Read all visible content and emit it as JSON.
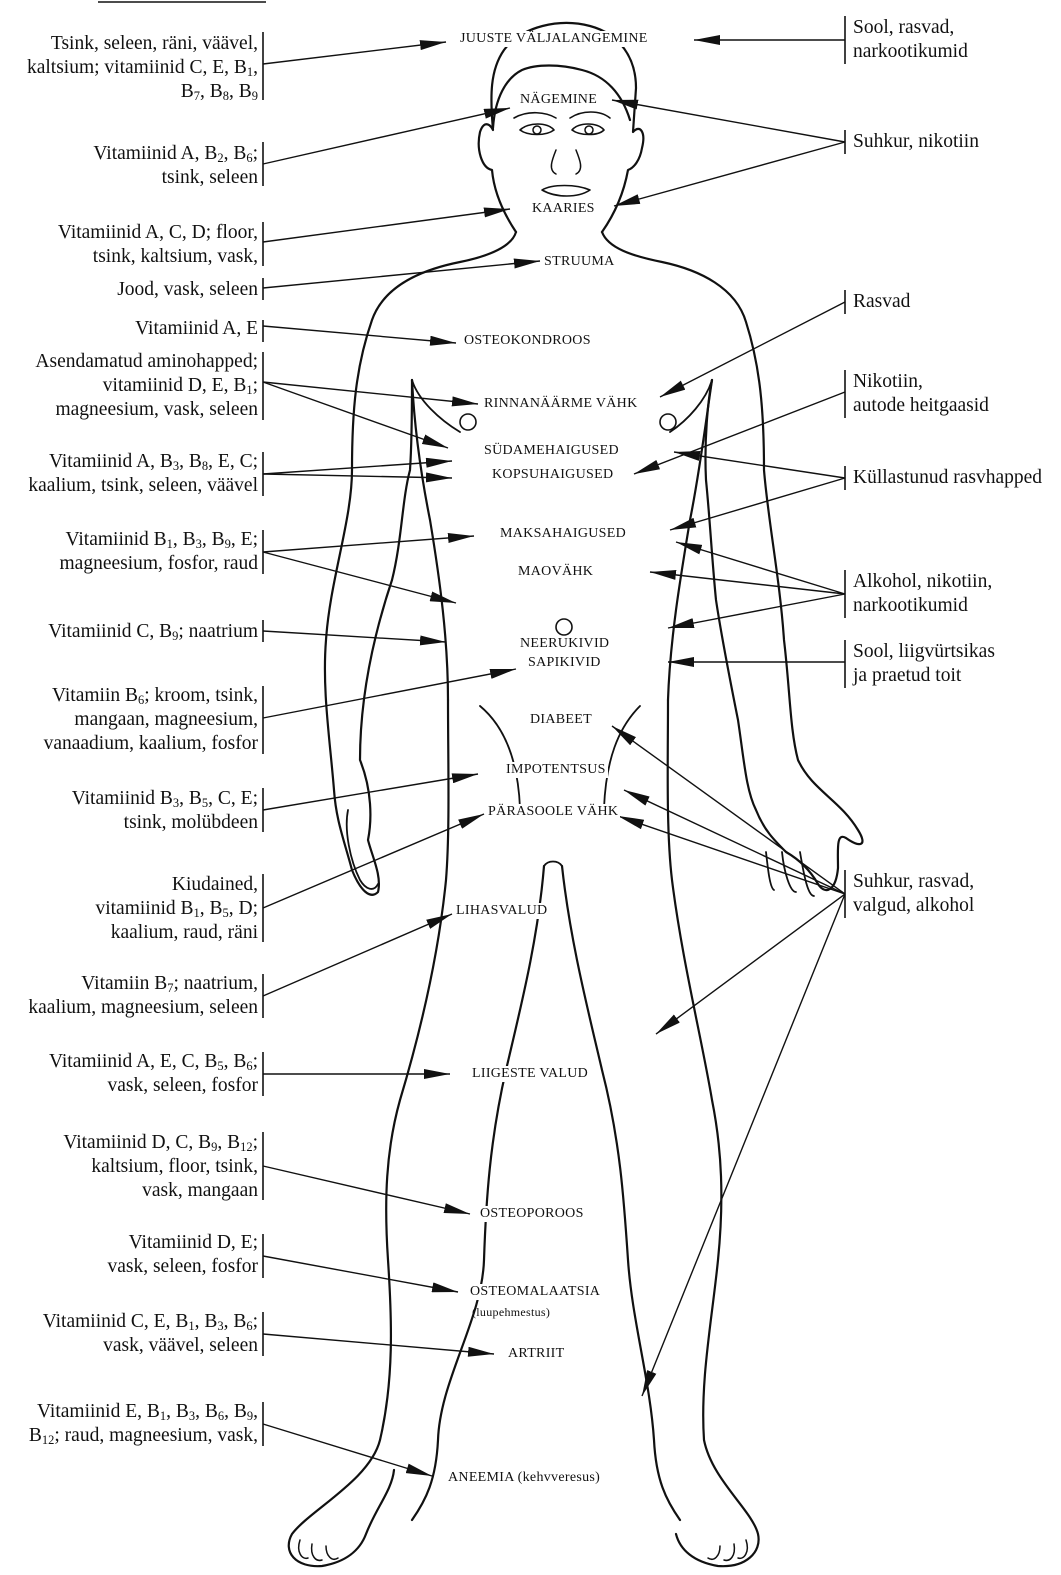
{
  "header_mark": "",
  "center_labels": {
    "hair": "JUUSTE VÄLJALANGEMINE",
    "vision": "NÄGEMINE",
    "caries": "KAARIES",
    "goiter": "STRUUMA",
    "osteochondrosis": "OSTEOKONDROOS",
    "breast_cancer": "RINNANÄÄRME VÄHK",
    "heart": "SÜDAMEHAIGUSED",
    "lung": "KOPSUHAIGUSED",
    "liver": "MAKSAHAIGUSED",
    "stomach_cancer": "MAOVÄHK",
    "kidney_stones": "NEERUKIVID",
    "gallstones": "SAPIKIVID",
    "diabetes": "DIABEET",
    "impotence": "IMPOTENTSUS",
    "rectal_cancer": "PÄRASOOLE VÄHK",
    "muscle_pain": "LIHASVALUD",
    "joint_pain": "LIIGESTE VALUD",
    "osteoporosis": "OSTEOPOROOS",
    "osteomalacia": "OSTEOMALAATSIA",
    "osteomalacia_note": "(luupehmestus)",
    "arthritis": "ARTRIIT",
    "anemia": "ANEEMIA (kehvveresus)"
  },
  "left_labels": [
    {
      "id": "hair",
      "lines": [
        "Tsink, seleen, räni, väävel,",
        "kaltsium; vitamiinid C, E, B<sub>1</sub>,",
        "B<sub>7</sub>, B<sub>8</sub>, B<sub>9</sub>"
      ]
    },
    {
      "id": "vision",
      "lines": [
        "Vitamiinid A, B<sub>2</sub>, B<sub>6</sub>;",
        "tsink, seleen"
      ]
    },
    {
      "id": "caries",
      "lines": [
        "Vitamiinid A, C, D; floor,",
        "tsink, kaltsium, vask,"
      ]
    },
    {
      "id": "goiter",
      "lines": [
        "Jood, vask, seleen"
      ]
    },
    {
      "id": "osteochondrosis",
      "lines": [
        "Vitamiinid A, E"
      ]
    },
    {
      "id": "breast_heart",
      "lines": [
        "Asendamatud aminohapped;",
        "vitamiinid D, E, B<sub>1</sub>;",
        "magneesium, vask, seleen"
      ]
    },
    {
      "id": "heart_lung",
      "lines": [
        "Vitamiinid A, B<sub>3</sub>, B<sub>8</sub>, E, C;",
        "kaalium, tsink, seleen, väävel"
      ]
    },
    {
      "id": "liver_stomach",
      "lines": [
        "Vitamiinid B<sub>1</sub>, B<sub>3</sub>, B<sub>9</sub>, E;",
        "magneesium, fosfor, raud"
      ]
    },
    {
      "id": "kidney",
      "lines": [
        "Vitamiinid C, B<sub>9</sub>; naatrium"
      ]
    },
    {
      "id": "diabetes",
      "lines": [
        "Vitamiin B<sub>6</sub>; kroom, tsink,",
        "mangaan, magneesium,",
        "vanaadium, kaalium, fosfor"
      ]
    },
    {
      "id": "impotence",
      "lines": [
        "Vitamiinid B<sub>3</sub>, B<sub>5</sub>, C, E;",
        "tsink, molübdeen"
      ]
    },
    {
      "id": "rectal",
      "lines": [
        "Kiudained,",
        "vitamiinid B<sub>1</sub>, B<sub>5</sub>, D;",
        "kaalium, raud, räni"
      ]
    },
    {
      "id": "muscle",
      "lines": [
        "Vitamiin B<sub>7</sub>; naatrium,",
        "kaalium, magneesium, seleen"
      ]
    },
    {
      "id": "joint",
      "lines": [
        "Vitamiinid A, E, C, B<sub>5</sub>, B<sub>6</sub>;",
        "vask, seleen, fosfor"
      ]
    },
    {
      "id": "osteoporosis",
      "lines": [
        "Vitamiinid D, C, B<sub>9</sub>, B<sub>12</sub>;",
        "kaltsium, floor, tsink,",
        "vask, mangaan"
      ]
    },
    {
      "id": "osteomalacia",
      "lines": [
        "Vitamiinid D, E;",
        "vask, seleen, fosfor"
      ]
    },
    {
      "id": "arthritis",
      "lines": [
        "Vitamiinid C, E, B<sub>1</sub>, B<sub>3</sub>, B<sub>6</sub>;",
        "vask, väävel, seleen"
      ]
    },
    {
      "id": "anemia",
      "lines": [
        "Vitamiinid E, B<sub>1</sub>, B<sub>3</sub>, B<sub>6</sub>, B<sub>9</sub>,",
        "B<sub>12</sub>; raud, magneesium, vask,"
      ]
    }
  ],
  "right_labels": [
    {
      "id": "salt_fats_drugs",
      "lines": [
        "Sool, rasvad,",
        "narkootikumid"
      ]
    },
    {
      "id": "sugar_nicotine",
      "lines": [
        "Suhkur, nikotiin"
      ]
    },
    {
      "id": "fats",
      "lines": [
        "Rasvad"
      ]
    },
    {
      "id": "nicotine_exhaust",
      "lines": [
        "Nikotiin,",
        "autode heitgaasid"
      ]
    },
    {
      "id": "saturated",
      "lines": [
        "Küllastunud rasvhapped"
      ]
    },
    {
      "id": "alcohol_nicotine",
      "lines": [
        "Alkohol, nikotiin,",
        "narkootikumid"
      ]
    },
    {
      "id": "salt_spice",
      "lines": [
        "Sool, liigvürtsikas",
        "ja praetud toit"
      ]
    },
    {
      "id": "sugar_fats_alcohol",
      "lines": [
        "Suhkur, rasvad,",
        "valgud, alkohol"
      ]
    }
  ]
}
